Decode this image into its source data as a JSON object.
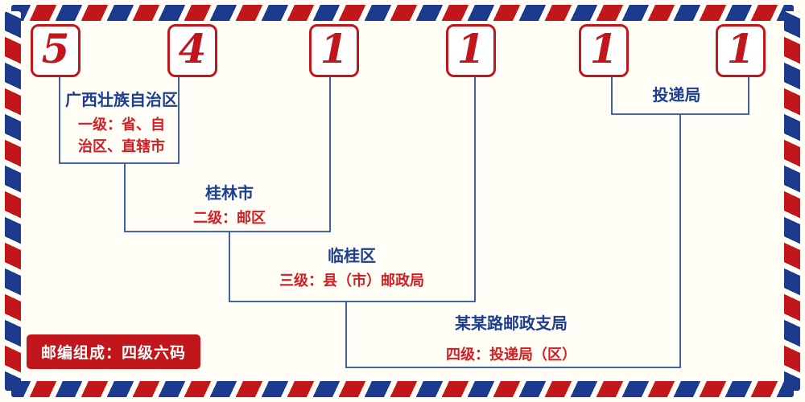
{
  "envelope": {
    "code_digits": [
      "5",
      "4",
      "1",
      "1",
      "1",
      "1"
    ],
    "levels": [
      {
        "name": "广西壮族自治区",
        "desc_lines": [
          "一级：省、自",
          "治区、直辖市"
        ]
      },
      {
        "name": "桂林市",
        "desc_lines": [
          "二级：邮区"
        ]
      },
      {
        "name": "临桂区",
        "desc_lines": [
          "三级：县（市）邮政局"
        ]
      },
      {
        "name": "某某路邮政支局",
        "desc_lines": [
          "四级：投递局（区）"
        ]
      }
    ],
    "delivery_label": "投递局",
    "badge": "邮编组成：四级六码"
  },
  "colors": {
    "brand_red": "#c0161c",
    "brand_blue": "#1c3a8e",
    "line_blue": "#2a50a3",
    "name_blue": "#1d3f8f",
    "desc_red": "#d01f24",
    "paper": "#fffdf6"
  }
}
